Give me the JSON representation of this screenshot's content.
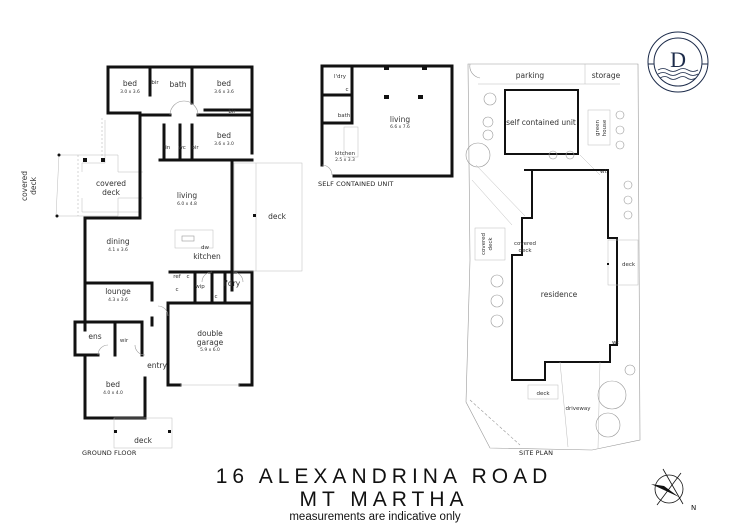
{
  "header": {
    "address_line1": "16 ALEXANDRINA ROAD",
    "address_line2": "MT MARTHA",
    "disclaimer": "measurements are indicative only"
  },
  "logo": {
    "letter": "D",
    "icon": "wave-circle-logo-icon"
  },
  "compass": {
    "icon": "north-arrow-icon",
    "label": "N"
  },
  "ground_floor": {
    "caption": "GROUND FLOOR",
    "rooms": [
      {
        "name": "bed",
        "dims": "3.0 x 3.6"
      },
      {
        "name": "bath",
        "dims": ""
      },
      {
        "name": "bed",
        "dims": "3.6 x 3.6"
      },
      {
        "name": "bed",
        "dims": "3.6 x 3.0"
      },
      {
        "name": "covered deck",
        "dims": ""
      },
      {
        "name": "covered deck",
        "dims": ""
      },
      {
        "name": "living",
        "dims": "6.0 x 4.8"
      },
      {
        "name": "deck",
        "dims": ""
      },
      {
        "name": "dining",
        "dims": "4.1 x 3.6"
      },
      {
        "name": "kitchen",
        "dims": ""
      },
      {
        "name": "lounge",
        "dims": "4.3 x 3.6"
      },
      {
        "name": "double garage",
        "dims": "5.9 x 6.0"
      },
      {
        "name": "ens",
        "dims": ""
      },
      {
        "name": "wir",
        "dims": ""
      },
      {
        "name": "entry",
        "dims": ""
      },
      {
        "name": "bed",
        "dims": "4.0 x 4.0"
      },
      {
        "name": "deck",
        "dims": ""
      }
    ],
    "fixtures": {
      "bir": "bir",
      "lin": "lin",
      "wc": "wc",
      "dw": "dw",
      "ref": "ref",
      "c": "c",
      "wip": "wip",
      "ldry": "l'dry",
      "double1": "double",
      "double2": "garage",
      "cov1": "covered",
      "cov2": "deck"
    }
  },
  "self_contained_unit": {
    "caption": "SELF CONTAINED UNIT",
    "rooms": [
      {
        "name": "l'dry",
        "dims": ""
      },
      {
        "name": "bath",
        "dims": ""
      },
      {
        "name": "living",
        "dims": "6.6 x 7.6"
      },
      {
        "name": "kitchen",
        "dims": "2.5 x 3.3"
      }
    ],
    "fixtures": {
      "c": "c"
    }
  },
  "site_plan": {
    "caption": "SITE PLAN",
    "labels": {
      "parking": "parking",
      "storage": "storage",
      "unit": "self contained unit",
      "green1": "green",
      "green2": "house",
      "covered1": "covered",
      "covered2": "deck",
      "cdeck1": "covered",
      "cdeck2": "deck",
      "residence": "residence",
      "deck_east": "deck",
      "deck_south": "deck",
      "driveway": "driveway",
      "wt1": "wt",
      "wt2": "wt"
    }
  }
}
